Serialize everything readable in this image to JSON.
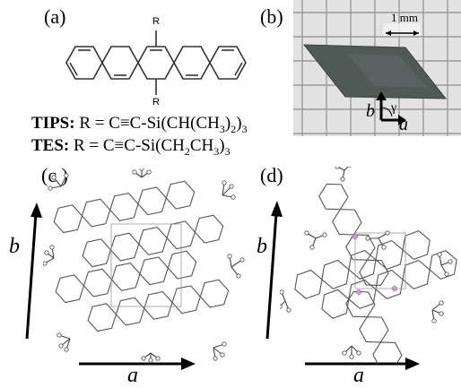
{
  "figure": {
    "panels": {
      "a": {
        "label": "(a)",
        "substituent_top": "R",
        "substituent_bottom": "R",
        "tips_name": "TIPS:",
        "tips_formula_parts": [
          "R = C≡C-Si(CH(CH",
          "3",
          ")",
          "2",
          ")",
          "3"
        ],
        "tes_name": "TES:",
        "tes_formula_parts": [
          "R = C≡C-Si(CH",
          "2",
          "CH",
          "3",
          ")",
          "3"
        ]
      },
      "b": {
        "label": "(b)",
        "scale_label": "1 mm",
        "axis_b": "b",
        "axis_gamma": "γ",
        "axis_a": "a"
      },
      "c": {
        "label": "(c )",
        "axis_b": "b",
        "axis_a": "a"
      },
      "d": {
        "label": "(d)",
        "axis_b": "b",
        "axis_a": "a"
      }
    }
  }
}
